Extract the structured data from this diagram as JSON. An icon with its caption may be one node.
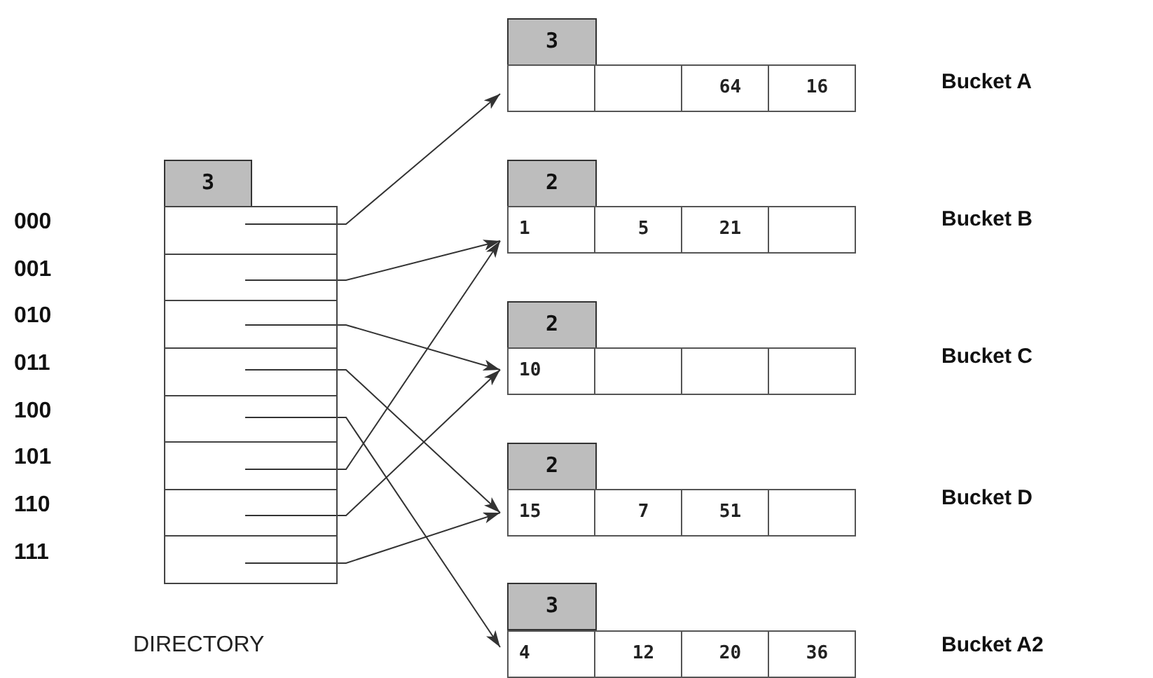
{
  "diagram": {
    "nodes": [
      {
        "text": [
          "3"
        ]
      },
      {
        "text": [],
        "shape": "box"
      },
      {
        "text": [],
        "shape": "box"
      },
      {
        "text": [],
        "shape": "box"
      },
      {
        "text": [],
        "shape": "box"
      },
      {
        "text": [],
        "shape": "box"
      },
      {
        "text": [],
        "shape": "box"
      },
      {
        "text": [],
        "shape": "box"
      },
      {
        "text": [],
        "shape": "box"
      },
      {
        "text": [
          "3"
        ]
      },
      {
        "text": [],
        "shape": "box"
      },
      {
        "text": [],
        "shape": "box",
        "in": 10
      },
      {
        "text": [],
        "shape": "box",
        "in": 10
      },
      {
        "text": [
          "64"
        ],
        "in": 10
      },
      {
        "text": [
          "16"
        ],
        "in": 10
      },
      {
        "text": [
          "2"
        ]
      },
      {
        "text": [],
        "shape": "box"
      },
      {
        "text": [
          "1"
        ],
        "in": 16
      },
      {
        "text": [
          "5"
        ],
        "in": 16
      },
      {
        "text": [
          "21"
        ],
        "in": 16
      },
      {
        "text": [],
        "shape": "box",
        "in": 16
      },
      {
        "text": [
          "2"
        ]
      },
      {
        "text": [],
        "shape": "box"
      },
      {
        "text": [
          "10"
        ],
        "in": 22
      },
      {
        "text": [],
        "shape": "box",
        "in": 22
      },
      {
        "text": [],
        "shape": "box",
        "in": 22
      },
      {
        "text": [],
        "shape": "box",
        "in": 22
      },
      {
        "text": [
          "2"
        ]
      },
      {
        "text": [],
        "shape": "box"
      },
      {
        "text": [
          "15"
        ],
        "in": 28
      },
      {
        "text": [
          "7"
        ],
        "in": 28
      },
      {
        "text": [
          "51"
        ],
        "in": 28
      },
      {
        "text": [],
        "shape": "box",
        "in": 28
      },
      {
        "text": [
          "3"
        ]
      },
      {
        "text": [],
        "shape": "box"
      },
      {
        "text": [
          "4"
        ],
        "in": 34
      },
      {
        "text": [
          "12"
        ],
        "in": 34
      },
      {
        "text": [
          "20"
        ],
        "in": 34
      },
      {
        "text": [
          "36"
        ],
        "in": 34
      }
    ],
    "edges": [
      {
        "from": 1,
        "to": 10,
        "arrow": "to"
      },
      {
        "from": 2,
        "to": 16,
        "arrow": "to"
      },
      {
        "from": 3,
        "to": 22,
        "arrow": "to"
      },
      {
        "from": 4,
        "to": 28,
        "arrow": "to"
      },
      {
        "from": 5,
        "to": 34,
        "arrow": "to"
      },
      {
        "from": 6,
        "to": 16,
        "arrow": "to"
      },
      {
        "from": 7,
        "to": 22,
        "arrow": "to"
      },
      {
        "from": 8,
        "to": 28,
        "arrow": "to"
      }
    ],
    "labels": [
      "Bucket A",
      "000",
      "Bucket B",
      "001",
      "010",
      "Bucket C",
      "011",
      "100",
      "101",
      "Bucket D",
      "110",
      "111",
      "DIRECTORY",
      "Bucket A2"
    ]
  }
}
